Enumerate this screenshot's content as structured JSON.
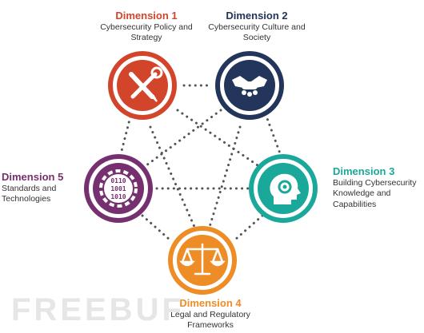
{
  "colors": {
    "dim1": "#d2452b",
    "dim2": "#23355a",
    "dim3": "#1aa89a",
    "dim4": "#ee8c25",
    "dim5": "#76306f",
    "connector": "#555555"
  },
  "nodes": [
    {
      "id": "dim1",
      "title": "Dimension 1",
      "description": "Cybersecurity Policy and Strategy",
      "icon": "tools-icon"
    },
    {
      "id": "dim2",
      "title": "Dimension 2",
      "description": "Cybersecurity Culture and Society",
      "icon": "handshake-icon"
    },
    {
      "id": "dim3",
      "title": "Dimension 3",
      "description": "Building Cybersecurity Knowledge and Capabilities",
      "icon": "head-gear-icon"
    },
    {
      "id": "dim4",
      "title": "Dimension 4",
      "description": "Legal and Regulatory Frameworks",
      "icon": "scales-icon"
    },
    {
      "id": "dim5",
      "title": "Dimension 5",
      "description": "Standards and Technologies",
      "icon": "binary-gear-icon"
    }
  ],
  "watermark": "FREEBUF"
}
